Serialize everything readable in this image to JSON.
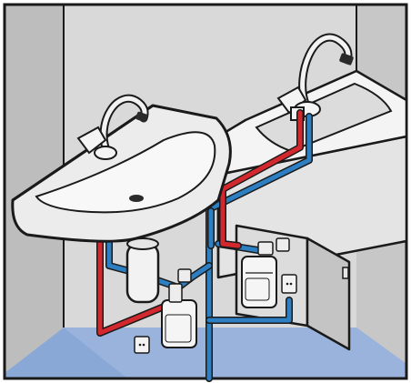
{
  "illustration": {
    "subject": "instantaneous-water-heater-installation",
    "icons": [
      "washbasin",
      "bathtub",
      "tap",
      "shower-head",
      "water-heater",
      "service-cabinet",
      "wall-socket",
      "hot-water-pipe",
      "cold-water-pipe"
    ]
  },
  "colors": {
    "outline": "#1a1a1a",
    "wall_back": "#d9d9d9",
    "wall_left": "#bcbcbc",
    "wall_right": "#c6c6c6",
    "ceramic": "#ebebeb",
    "ceramic_light": "#f6f6f6",
    "floor": "#8aa8d6",
    "floor_light": "#a9bfe3",
    "hot_pipe": "#d2282e",
    "cold_pipe": "#2d7fc1",
    "cabinet_door": "#c2c2c2",
    "cabinet_inside": "#dcdcdc"
  }
}
